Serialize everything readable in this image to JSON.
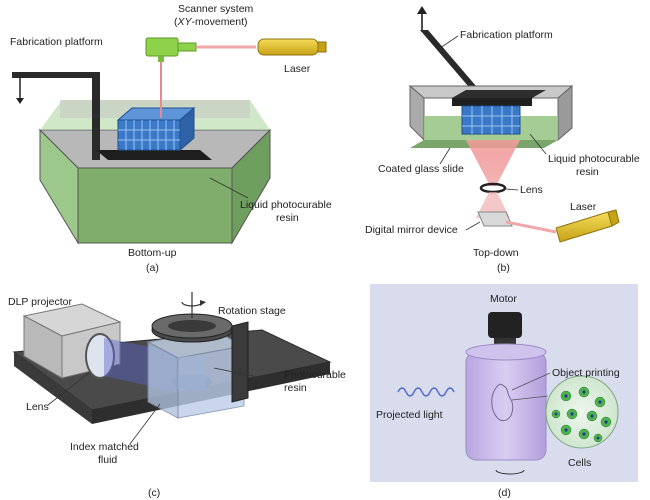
{
  "panel_a": {
    "caption": "(a)",
    "scanner_line1": "Scanner system",
    "scanner_line2_italic": "XY",
    "scanner_line2_rest": "-movement)",
    "scanner_line2_open": "(",
    "platform": "Fabrication platform",
    "laser": "Laser",
    "resin_line1": "Liquid photocurable",
    "resin_line2": "resin",
    "mode": "Bottom-up"
  },
  "panel_b": {
    "caption": "(b)",
    "platform": "Fabrication platform",
    "slide": "Coated glass slide",
    "resin_line1": "Liquid photocurable",
    "resin_line2": "resin",
    "lens": "Lens",
    "dmd": "Digital mirror device",
    "laser": "Laser",
    "mode": "Top-down"
  },
  "panel_c": {
    "caption": "(c)",
    "projector": "DLP projector",
    "rotation": "Rotation stage",
    "resin_line1": "Photocurable",
    "resin_line2": "resin",
    "lens": "Lens",
    "fluid_line1": "Index matched",
    "fluid_line2": "fluid"
  },
  "panel_d": {
    "caption": "(d)",
    "motor": "Motor",
    "object": "Object printing",
    "light": "Projected light",
    "cells": "Cells"
  },
  "colors": {
    "resin_green": "#8fbf7a",
    "tank_gray": "#9a9a9a",
    "laser_yellow": "#e0c020",
    "beam_red": "#e88a8a",
    "scaffold_blue": "#3a78c8",
    "scanner_green": "#8ed14a",
    "panel_d_bg": "#d8dced",
    "vial_purple": "#c7b8e6"
  }
}
